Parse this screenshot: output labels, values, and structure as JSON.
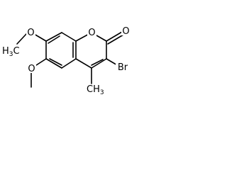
{
  "molecule": {
    "labels": {
      "O_ring": "O",
      "O_carbonyl": "O",
      "Br": "Br",
      "methyl_C": "CH",
      "methyl_sub": "3",
      "O_methoxy_upper": "O",
      "methoxy_upper_H": "H",
      "methoxy_upper_sub": "3",
      "methoxy_upper_C": "C",
      "O_methoxy_lower": "O"
    }
  },
  "colors": {
    "bond": "#000000",
    "text": "#000000",
    "background": "#ffffff"
  }
}
